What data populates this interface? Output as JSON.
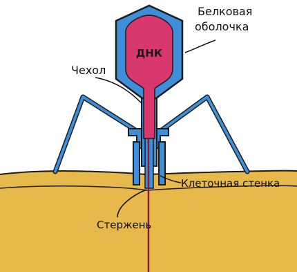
{
  "labels": {
    "protein_coat_line1": "Белковая",
    "protein_coat_line2": "оболочка",
    "dna": "ДНК",
    "sheath": "Чехол",
    "cell_wall": "Клеточная стенка",
    "rod": "Стержень"
  },
  "colors": {
    "capsid_blue": "#3f8fd8",
    "dna_pink": "#d9386f",
    "cell_yellow": "#e7b94a",
    "outline": "#1a1a1a"
  }
}
